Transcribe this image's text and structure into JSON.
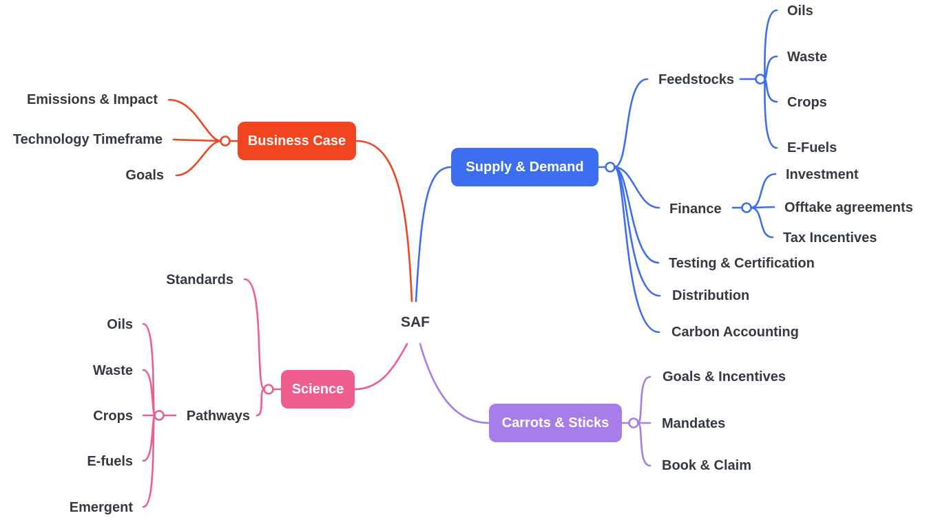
{
  "colors": {
    "business": "#f2441f",
    "supply": "#3d6ef0",
    "science": "#ef5d8d",
    "carrots": "#a77ee9",
    "text": "#333a42"
  },
  "root": {
    "label": "SAF"
  },
  "business_case": {
    "label": "Business Case",
    "children": [
      "Emissions & Impact",
      "Technology Timeframe",
      "Goals"
    ]
  },
  "supply_demand": {
    "label": "Supply & Demand",
    "feedstocks": {
      "label": "Feedstocks",
      "children": [
        "Oils",
        "Waste",
        "Crops",
        "E-Fuels"
      ]
    },
    "finance": {
      "label": "Finance",
      "children": [
        "Investment",
        "Offtake agreements",
        "Tax Incentives"
      ]
    },
    "testing": "Testing & Certification",
    "distribution": "Distribution",
    "carbon": "Carbon Accounting"
  },
  "science": {
    "label": "Science",
    "standards": "Standards",
    "pathways": {
      "label": "Pathways",
      "children": [
        "Oils",
        "Waste",
        "Crops",
        "E-fuels",
        "Emergent"
      ]
    }
  },
  "carrots_sticks": {
    "label": "Carrots & Sticks",
    "children": [
      "Goals & Incentives",
      "Mandates",
      "Book & Claim"
    ]
  }
}
